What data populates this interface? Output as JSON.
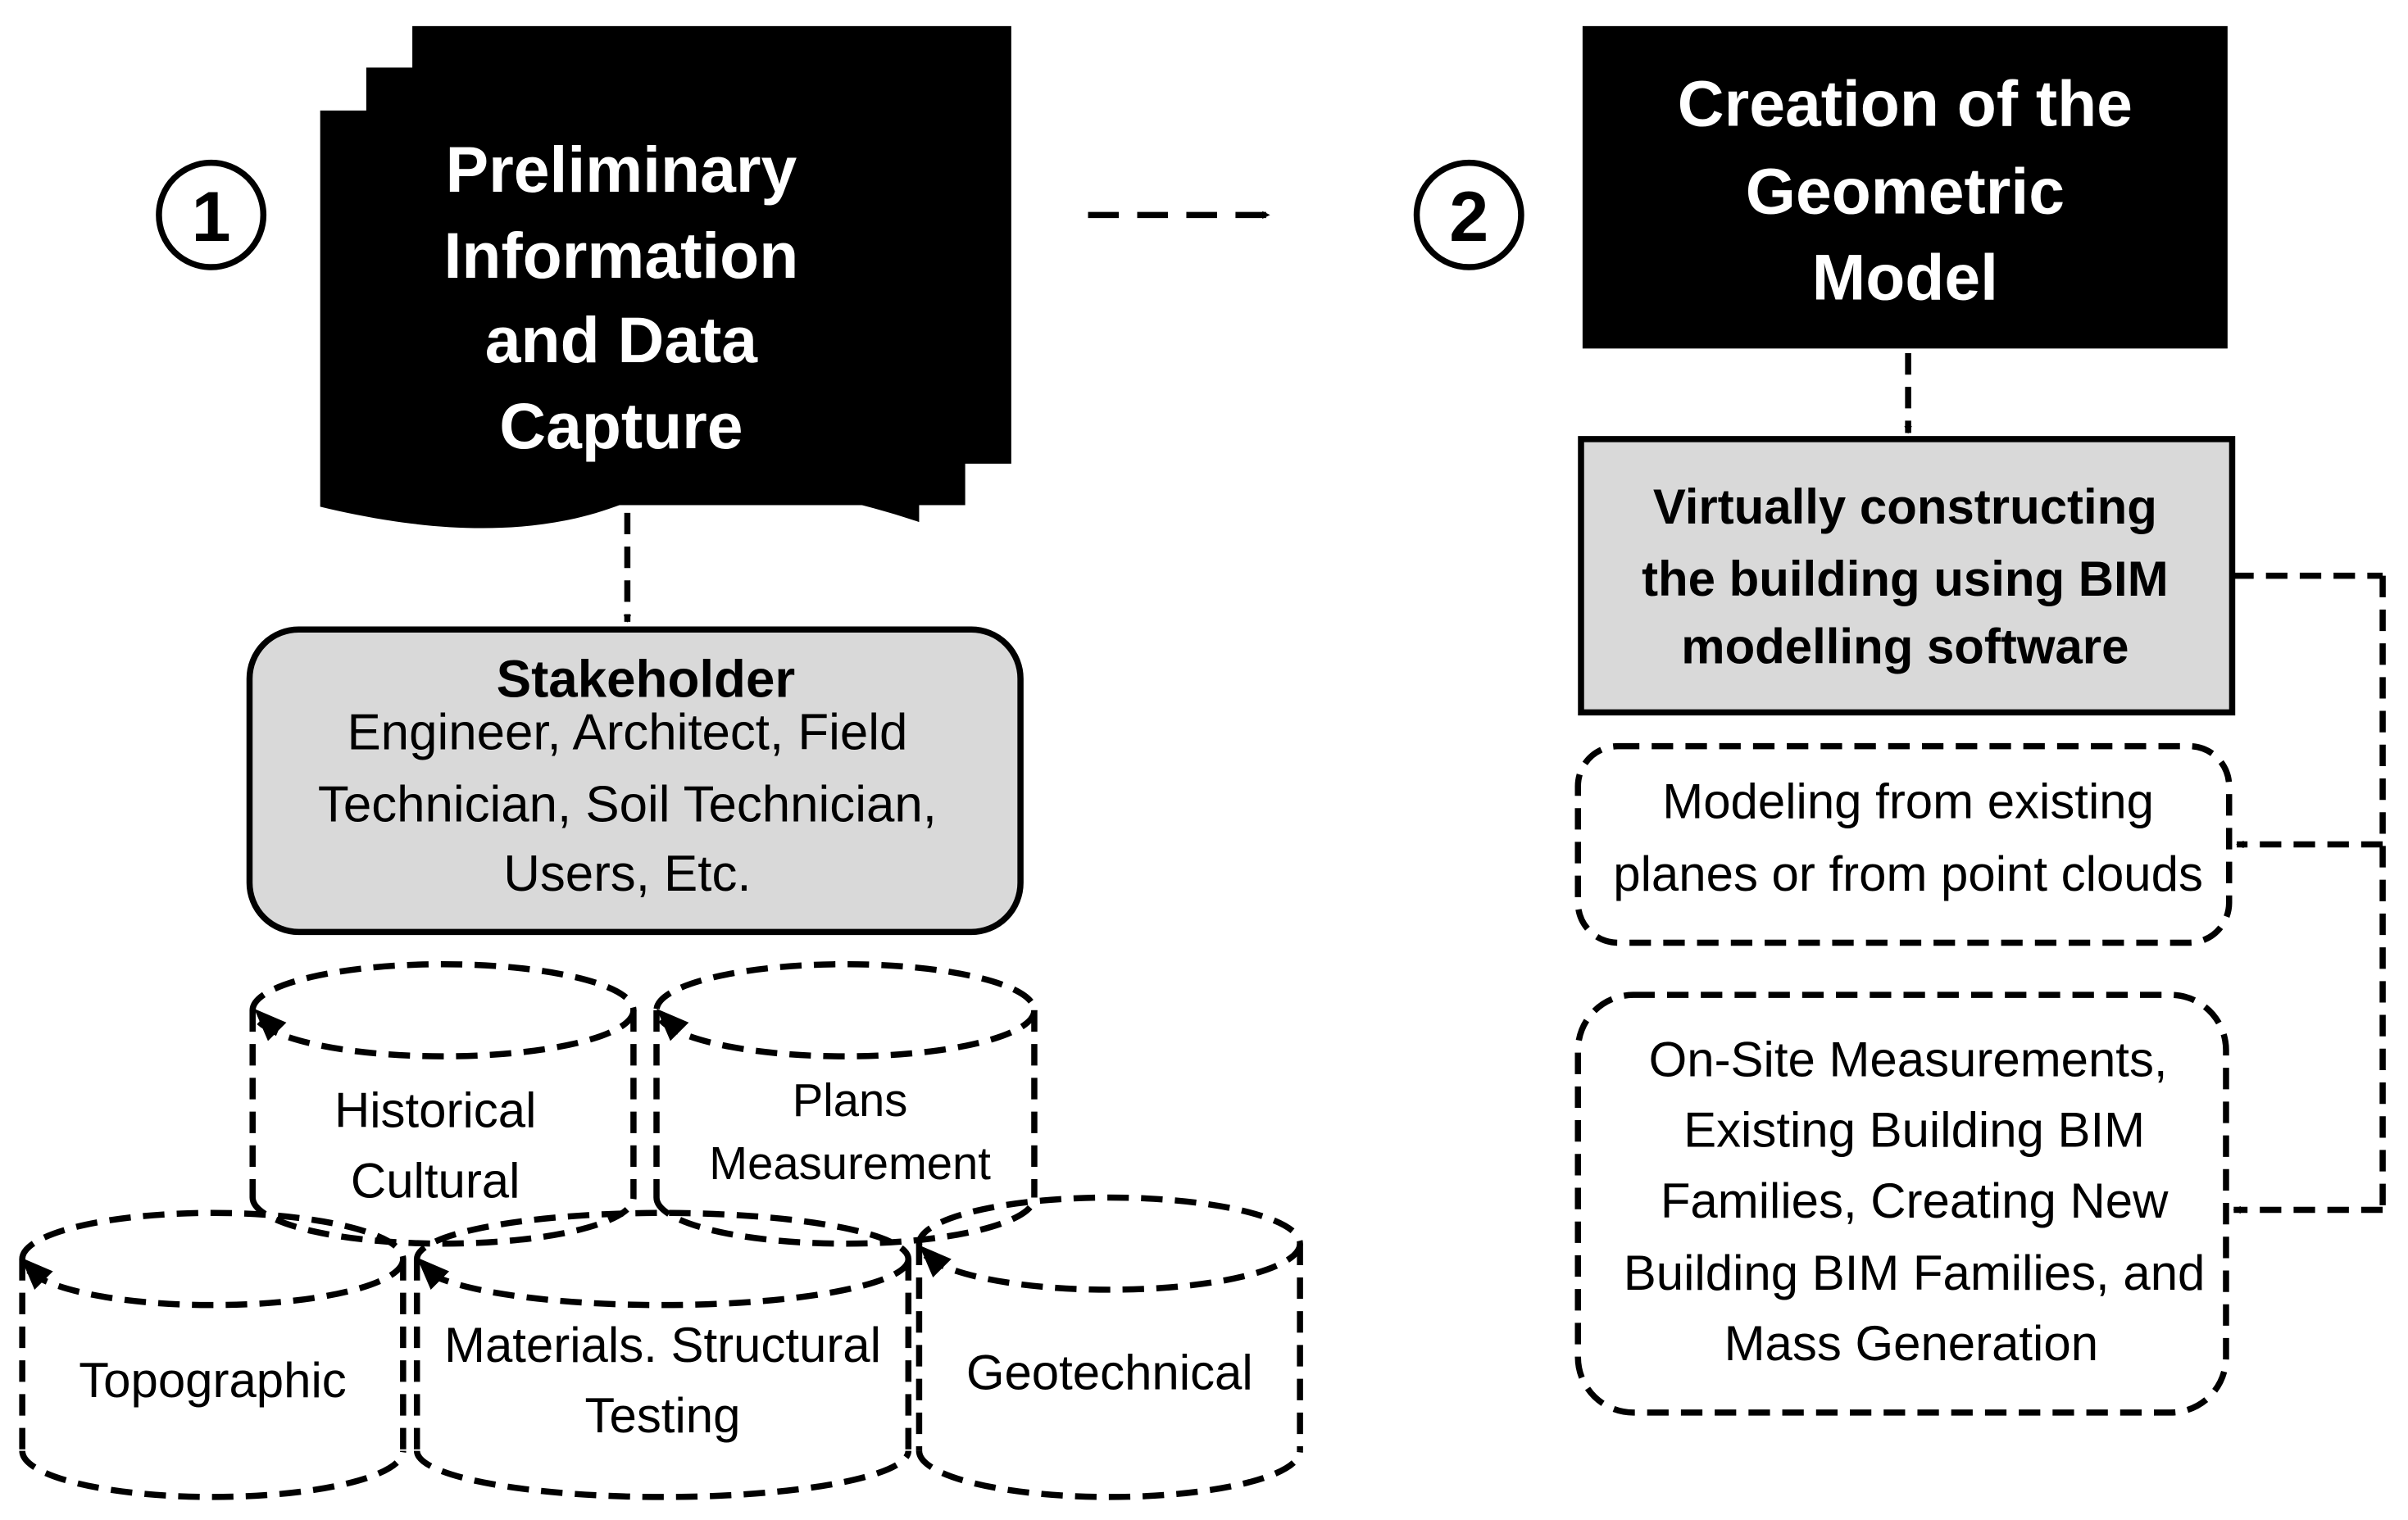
{
  "colors": {
    "black": "#000000",
    "gray_fill": "#d9d9d9",
    "white": "#ffffff"
  },
  "step1": {
    "number": "1",
    "title_lines": [
      "Preliminary",
      "Information",
      "and Data",
      "Capture"
    ]
  },
  "step2": {
    "number": "2",
    "title_lines": [
      "Creation of the",
      "Geometric",
      "Model"
    ]
  },
  "stakeholder": {
    "title": "Stakeholder",
    "lines": [
      "Engineer, Architect,  Field",
      "Technician, Soil Technician,",
      "Users, Etc."
    ]
  },
  "databases": {
    "historical": [
      "Historical",
      "Cultural"
    ],
    "plans": [
      "Plans",
      "Measurement"
    ],
    "topographic": [
      "Topographic"
    ],
    "materials": [
      "Materials. Structural",
      "Testing"
    ],
    "geotechnical": [
      "Geotechnical"
    ]
  },
  "bim_box": {
    "lines": [
      "Virtually constructing",
      "the building using BIM",
      "modelling software"
    ]
  },
  "modeling_box": {
    "lines": [
      "Modeling from existing",
      "planes or from point clouds"
    ]
  },
  "onsite_box": {
    "lines": [
      "On-Site Measurements,",
      "Existing Building BIM",
      "Families, Creating New",
      "Building BIM Families, and",
      "Mass Generation"
    ]
  }
}
